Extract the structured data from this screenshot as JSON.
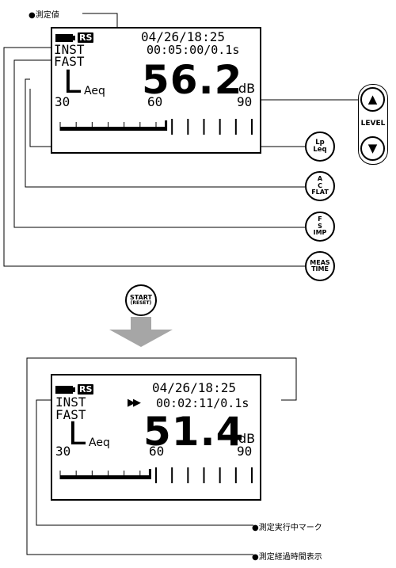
{
  "annotations": {
    "measured_value": "●測定値",
    "running_mark": "●測定実行中マーク",
    "elapsed_time": "●測定経過時間表示"
  },
  "top_display": {
    "rs": "RS",
    "datetime": "04/26/18:25",
    "mode": "INST",
    "time": "00:05:00/0.1s",
    "speed": "FAST",
    "l_symbol": "L",
    "l_sub": "Aeq",
    "value": "56.2",
    "unit": "dB",
    "scale": [
      "30",
      "60",
      "90"
    ],
    "bar_level_db": 63
  },
  "bottom_display": {
    "rs": "RS",
    "datetime": "04/26/18:25",
    "mode": "INST",
    "run_mark": "▶▶",
    "time": "00:02:11/0.1s",
    "speed": "FAST",
    "l_symbol": "L",
    "l_sub": "Aeq",
    "value": "51.4",
    "unit": "dB",
    "scale": [
      "30",
      "60",
      "90"
    ],
    "bar_level_db": 58
  },
  "buttons": {
    "level_label": "LEVEL",
    "level_up": "▲",
    "level_down": "▼",
    "lp_leq": [
      "Lp",
      "Leq"
    ],
    "a_c_flat": [
      "A",
      "C",
      "FLAT"
    ],
    "f_s_imp": [
      "F",
      "S",
      "IMP"
    ],
    "meas_time": [
      "MEAS",
      "TIME"
    ],
    "start_reset": [
      "START",
      "(RESET)"
    ]
  },
  "colors": {
    "arrow": "#a6a6a6",
    "ink": "#000000"
  }
}
